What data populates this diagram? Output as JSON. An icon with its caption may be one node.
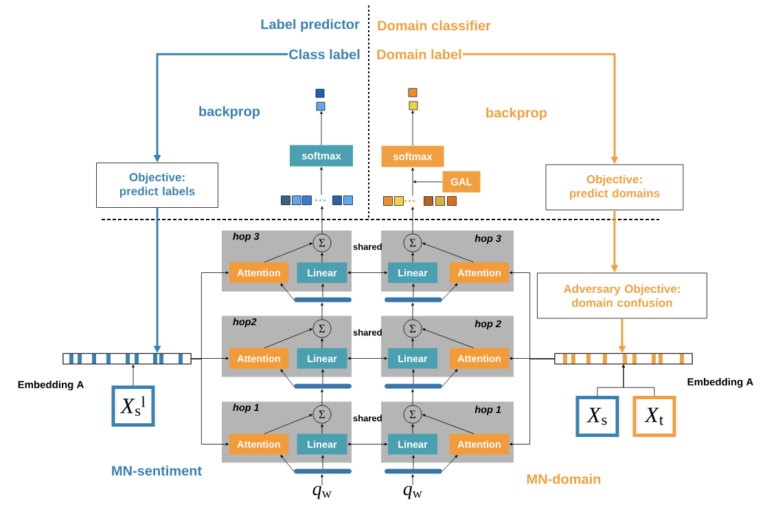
{
  "diagram": {
    "nodes": [
      {
        "text": [
          "Class label"
        ]
      },
      {
        "text": [
          "Domain label"
        ]
      },
      {
        "text": [
          "Objective: predict labels"
        ]
      },
      {
        "text": [
          "Objective: predict domains"
        ]
      },
      {
        "text": [],
        "shape": "box"
      },
      {
        "text": [
          "softmax"
        ]
      },
      {
        "text": [],
        "shape": "box"
      },
      {
        "text": [],
        "shape": "box"
      },
      {
        "text": [
          "softmax"
        ]
      },
      {
        "text": [
          "GAL"
        ]
      },
      {
        "text": [],
        "shape": "box"
      },
      {
        "text": [
          "hop 3"
        ]
      },
      {
        "text": [
          "Σ"
        ],
        "in": 11
      },
      {
        "text": [
          "Attention"
        ],
        "in": 11
      },
      {
        "text": [
          "Linear"
        ],
        "in": 11
      },
      {
        "text": [
          "hop 3"
        ]
      },
      {
        "text": [
          "Σ"
        ],
        "in": 15
      },
      {
        "text": [
          "Linear"
        ],
        "in": 15
      },
      {
        "text": [
          "Attention"
        ],
        "in": 15
      },
      {
        "text": [],
        "shape": "bar"
      },
      {
        "text": [],
        "shape": "bar"
      },
      {
        "text": [
          "Adversary Objective: domain confusion"
        ]
      },
      {
        "text": [
          "hop2"
        ]
      },
      {
        "text": [
          "Σ"
        ],
        "in": 22
      },
      {
        "text": [
          "Attention"
        ],
        "in": 22
      },
      {
        "text": [
          "Linear"
        ],
        "in": 22
      },
      {
        "text": [
          "hop 2"
        ]
      },
      {
        "text": [
          "Σ"
        ],
        "in": 26
      },
      {
        "text": [
          "Linear"
        ],
        "in": 26
      },
      {
        "text": [
          "Attention"
        ],
        "in": 26
      },
      {
        "text": [],
        "shape": "box"
      },
      {
        "text": [],
        "shape": "box"
      },
      {
        "text": [],
        "shape": "bar"
      },
      {
        "text": [],
        "shape": "bar"
      },
      {
        "text": [
          "*X*$_{s}$$^{l}$"
        ]
      },
      {
        "text": [
          "*X*$_{s}$"
        ]
      },
      {
        "text": [
          "*X*$_{t}$"
        ]
      },
      {
        "text": [
          "hop 1"
        ]
      },
      {
        "text": [
          "Σ"
        ],
        "in": 37
      },
      {
        "text": [
          "Attention"
        ],
        "in": 37
      },
      {
        "text": [
          "Linear"
        ],
        "in": 37
      },
      {
        "text": [
          "hop 1"
        ]
      },
      {
        "text": [
          "Σ"
        ],
        "in": 41
      },
      {
        "text": [
          "Linear"
        ],
        "in": 41
      },
      {
        "text": [
          "Attention"
        ],
        "in": 41
      },
      {
        "text": [],
        "shape": "bar"
      },
      {
        "text": [],
        "shape": "bar"
      },
      {
        "text": [
          "*q*$_{w}$"
        ]
      },
      {
        "text": [
          "*q*$_{w}$"
        ]
      }
    ],
    "edges": [
      {
        "from": 0,
        "to": 2,
        "arrow": "to",
        "style": "thick",
        "color": "#3a80b0"
      },
      {
        "from": 1,
        "to": 3,
        "arrow": "to",
        "style": "thick",
        "color": "#f0a040"
      },
      {
        "from": 2,
        "to": 30,
        "arrow": "to",
        "style": "thick",
        "color": "#3a80b0"
      },
      {
        "from": 3,
        "to": 21,
        "arrow": "to",
        "style": "thick",
        "color": "#f0a040"
      },
      {
        "from": 21,
        "to": 31,
        "arrow": "to",
        "style": "thick",
        "color": "#f0a040"
      },
      {
        "from": 6,
        "to": 5,
        "arrow": "to"
      },
      {
        "from": 5,
        "to": 4,
        "arrow": "to"
      },
      {
        "from": 10,
        "to": 8,
        "arrow": "to"
      },
      {
        "from": 8,
        "to": 7,
        "arrow": "to"
      },
      {
        "from": 9,
        "to": null,
        "arrow": "to"
      },
      {
        "from": 12,
        "to": 6,
        "arrow": "to"
      },
      {
        "from": 16,
        "to": 10,
        "arrow": "to"
      },
      {
        "from": 19,
        "to": 14,
        "arrow": "to"
      },
      {
        "from": 19,
        "to": 13,
        "arrow": "to"
      },
      {
        "from": 13,
        "to": 12,
        "arrow": "to"
      },
      {
        "from": 14,
        "to": 12,
        "arrow": "to"
      },
      {
        "from": 20,
        "to": 17,
        "arrow": "to"
      },
      {
        "from": 20,
        "to": 18,
        "arrow": "to"
      },
      {
        "from": 18,
        "to": 16,
        "arrow": "to"
      },
      {
        "from": 17,
        "to": 16,
        "arrow": "to"
      },
      {
        "from": 14,
        "to": 17,
        "arrow": "both",
        "label": "shared"
      },
      {
        "from": 32,
        "to": 25,
        "arrow": "to"
      },
      {
        "from": 32,
        "to": 24,
        "arrow": "to"
      },
      {
        "from": 24,
        "to": 23,
        "arrow": "to"
      },
      {
        "from": 25,
        "to": 23,
        "arrow": "to"
      },
      {
        "from": 23,
        "to": 19,
        "arrow": "to"
      },
      {
        "from": 33,
        "to": 28,
        "arrow": "to"
      },
      {
        "from": 33,
        "to": 29,
        "arrow": "to"
      },
      {
        "from": 29,
        "to": 27,
        "arrow": "to"
      },
      {
        "from": 28,
        "to": 27,
        "arrow": "to"
      },
      {
        "from": 27,
        "to": 20,
        "arrow": "to"
      },
      {
        "from": 25,
        "to": 28,
        "arrow": "both",
        "label": "shared"
      },
      {
        "from": 45,
        "to": 40,
        "arrow": "to"
      },
      {
        "from": 45,
        "to": 39,
        "arrow": "to"
      },
      {
        "from": 39,
        "to": 38,
        "arrow": "to"
      },
      {
        "from": 40,
        "to": 38,
        "arrow": "to"
      },
      {
        "from": 38,
        "to": 32,
        "arrow": "to"
      },
      {
        "from": 46,
        "to": 43,
        "arrow": "to"
      },
      {
        "from": 46,
        "to": 44,
        "arrow": "to"
      },
      {
        "from": 44,
        "to": 42,
        "arrow": "to"
      },
      {
        "from": 43,
        "to": 42,
        "arrow": "to"
      },
      {
        "from": 42,
        "to": 33,
        "arrow": "to"
      },
      {
        "from": 40,
        "to": 43,
        "arrow": "both",
        "label": "shared"
      },
      {
        "from": 47,
        "to": 45,
        "arrow": "to"
      },
      {
        "from": 48,
        "to": 46,
        "arrow": "to"
      },
      {
        "from": 30,
        "to": 13,
        "arrow": "to"
      },
      {
        "from": 30,
        "to": 24,
        "arrow": "to"
      },
      {
        "from": 30,
        "to": 39,
        "arrow": "to"
      },
      {
        "from": 31,
        "to": 18,
        "arrow": "to"
      },
      {
        "from": 31,
        "to": 29,
        "arrow": "to"
      },
      {
        "from": 31,
        "to": 44,
        "arrow": "to"
      },
      {
        "from": 34,
        "to": 30,
        "arrow": "to"
      },
      {
        "from": 35,
        "to": 31,
        "arrow": "to"
      },
      {
        "from": 36,
        "to": 31,
        "arrow": "to"
      }
    ],
    "labels": [
      "Label predictor",
      "Domain classifier",
      "backprop",
      "backprop",
      "Embedding A",
      "Embedding A",
      "MN-sentiment",
      "MN-domain"
    ]
  }
}
